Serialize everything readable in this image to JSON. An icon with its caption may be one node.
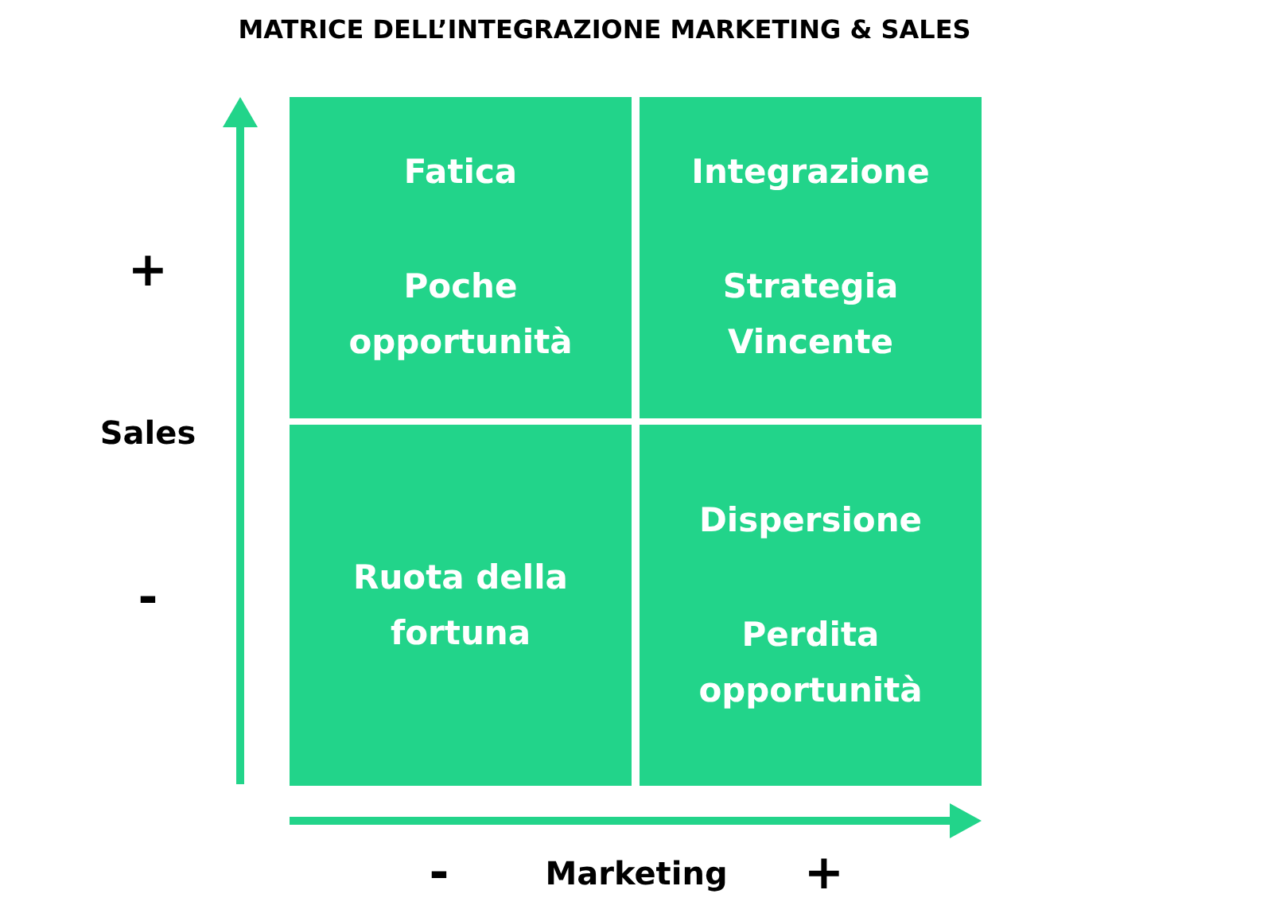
{
  "diagram": {
    "title": "MATRICE DELL’INTEGRAZIONE MARKETING & SALES",
    "nodes": [
      {
        "text": [
          "Fatica",
          "Poche opportunità"
        ]
      },
      {
        "text": [
          "Integrazione",
          "Strategia Vincente"
        ]
      },
      {
        "text": [
          "Ruota della fortuna"
        ]
      },
      {
        "text": [
          "Dispersione",
          "Perdita opportunità"
        ]
      }
    ],
    "labels": [
      "+",
      "Sales",
      "-",
      "-",
      "Marketing",
      "+"
    ]
  }
}
